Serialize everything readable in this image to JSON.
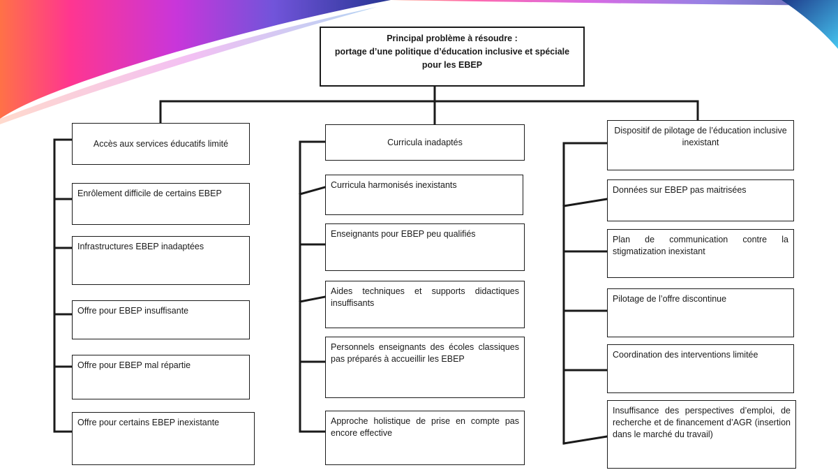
{
  "root": {
    "title": "Principal problème à résoudre :",
    "subtitle": "portage d’une politique d’éducation inclusive et spéciale pour les EBEP"
  },
  "branches": [
    {
      "heading": "Accès aux services éducatifs limité",
      "items": [
        "Enrôlement difficile de certains EBEP",
        "Infrastructures EBEP inadaptées",
        "Offre pour EBEP insuffisante",
        "Offre pour EBEP mal répartie",
        "Offre pour certains EBEP inexistante"
      ]
    },
    {
      "heading": "Curricula inadaptés",
      "items": [
        "Curricula harmonisés inexistants",
        "Enseignants pour EBEP peu qualifiés",
        "Aides techniques et supports didactiques insuffisants",
        "Personnels enseignants des écoles classiques pas préparés à accueillir les EBEP",
        "Approche holistique de prise en compte pas encore effective"
      ]
    },
    {
      "heading": "Dispositif de pilotage de l’éducation inclusive inexistant",
      "items": [
        "Données sur EBEP pas maitrisées",
        "Plan de communication contre la stigmatization inexistant",
        "Pilotage de l’offre discontinue",
        "Coordination des interventions limitée",
        "Insuffisance des perspectives d’emploi, de recherche et de financement d’AGR (insertion dans le marché du travail)"
      ]
    }
  ]
}
